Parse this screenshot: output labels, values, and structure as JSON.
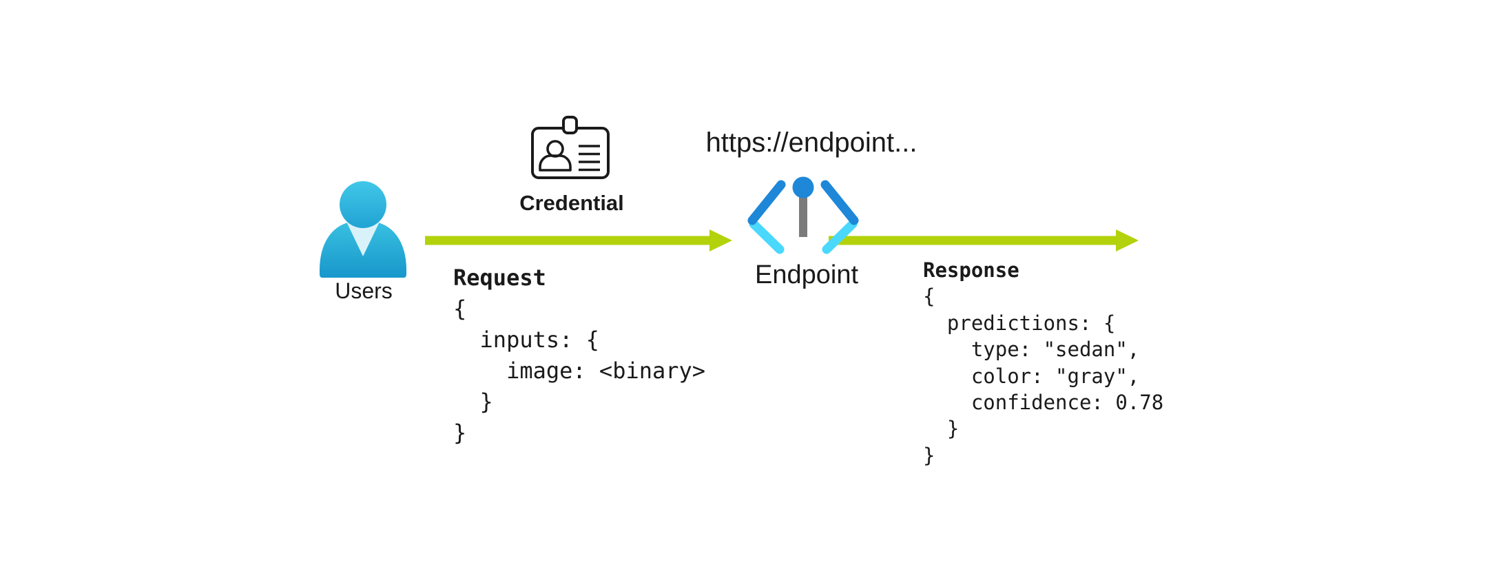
{
  "colors": {
    "arrow_green": "#b3d20c",
    "endpoint_blue": "#1e87d8",
    "endpoint_cyan": "#4ad8fd",
    "endpoint_gray": "#7b7b7b",
    "user_head_top": "#41c7e9",
    "user_head_bottom": "#21a3d3",
    "user_body_top": "#38c0e1",
    "user_body_bottom": "#1897cb",
    "user_collar": "#d9f2fa",
    "outline_black": "#1a1a1a",
    "text_black": "#1a1a1a"
  },
  "users": {
    "label": "Users"
  },
  "credential": {
    "label": "Credential"
  },
  "endpoint": {
    "url_text": "https://endpoint...",
    "label": "Endpoint"
  },
  "request": {
    "label": "Request",
    "code": "{\n  inputs: {\n    image: <binary>\n  }\n}"
  },
  "response": {
    "label": "Response",
    "code": "{\n  predictions: {\n    type: \"sedan\",\n    color: \"gray\",\n    confidence: 0.78\n  }\n}"
  }
}
